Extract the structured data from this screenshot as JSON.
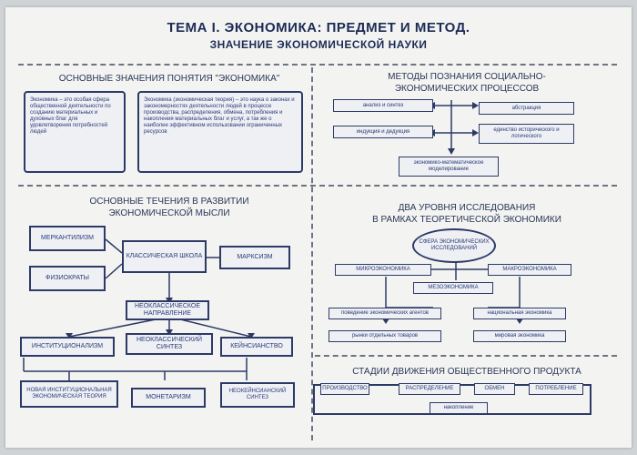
{
  "title": {
    "line1": "ТЕМА I. ЭКОНОМИКА: ПРЕДМЕТ И МЕТОД.",
    "line2": "ЗНАЧЕНИЕ ЭКОНОМИЧЕСКОЙ НАУКИ"
  },
  "meanings": {
    "heading": "ОСНОВНЫЕ ЗНАЧЕНИЯ ПОНЯТИЯ \"ЭКОНОМИКА\"",
    "box1": "Экономика – это особая сфера общественной деятельности по созданию материальных и духовных благ для удовлетворения потребностей людей",
    "box2": "Экономика (экономическая теория) – это наука о законах и закономерностях деятельности людей в процессе производства, распределения, обмена, потребления и накопления материальных благ и услуг, а так же о наиболее эффективном использовании ограниченных ресурсов"
  },
  "methods": {
    "heading_line1": "МЕТОДЫ ПОЗНАНИЯ СОЦИАЛЬНО-",
    "heading_line2": "ЭКОНОМИЧЕСКИХ ПРОЦЕССОВ",
    "left1": "анализ и синтез",
    "left2": "индукция и дедукция",
    "right1": "абстракция",
    "right2": "единство исторического и логического",
    "bottom": "экономико-математическое моделирование"
  },
  "currents": {
    "heading_line1": "ОСНОВНЫЕ ТЕЧЕНИЯ В РАЗВИТИИ",
    "heading_line2": "ЭКОНОМИЧЕСКОЙ МЫСЛИ",
    "mercantilism": "МЕРКАНТИЛИЗМ",
    "physiocrats": "ФИЗИОКРАТЫ",
    "classical": "КЛАССИЧЕСКАЯ ШКОЛА",
    "marxism": "МАРКСИЗМ",
    "neoclassical": "НЕОКЛАССИЧЕСКОЕ НАПРАВЛЕНИЕ",
    "institutionalism": "ИНСТИТУЦИОНАЛИЗМ",
    "neoclassical_synthesis": "НЕОКЛАССИЧЕСКИЙ СИНТЕЗ",
    "keynesianism": "КЕЙНСИАНСТВО",
    "new_institutional": "НОВАЯ ИНСТИТУЦИОНАЛЬНАЯ ЭКОНОМИЧЕСКАЯ ТЕОРИЯ",
    "monetarism": "МОНЕТАРИЗМ",
    "neokeynesian": "НЕОКЕЙНСИАНСКИЙ СИНТЕЗ"
  },
  "levels": {
    "heading_line1": "ДВА УРОВНЯ ИССЛЕДОВАНИЯ",
    "heading_line2": "В РАМКАХ ТЕОРЕТИЧЕСКОЙ ЭКОНОМИКИ",
    "sphere": "СФЕРА ЭКОНОМИЧЕСКИХ ИССЛЕДОВАНИЙ",
    "micro": "МИКРОЭКОНОМИКА",
    "macro": "МАКРОЭКОНОМИКА",
    "middle": "МЕЗОЭКОНОМИКА",
    "micro_sub1": "поведение экономических агентов",
    "micro_sub2": "рынки отдельных товаров",
    "macro_sub1": "национальная экономика",
    "macro_sub2": "мировая экономика"
  },
  "stages": {
    "heading": "СТАДИИ ДВИЖЕНИЯ ОБЩЕСТВЕННОГО ПРОДУКТА",
    "s1": "ПРОИЗВОДСТВО",
    "s2": "РАСПРЕДЕЛЕНИЕ",
    "s3": "ОБМЕН",
    "s4": "ПОТРЕБЛЕНИЕ",
    "bottom": "накопление"
  }
}
